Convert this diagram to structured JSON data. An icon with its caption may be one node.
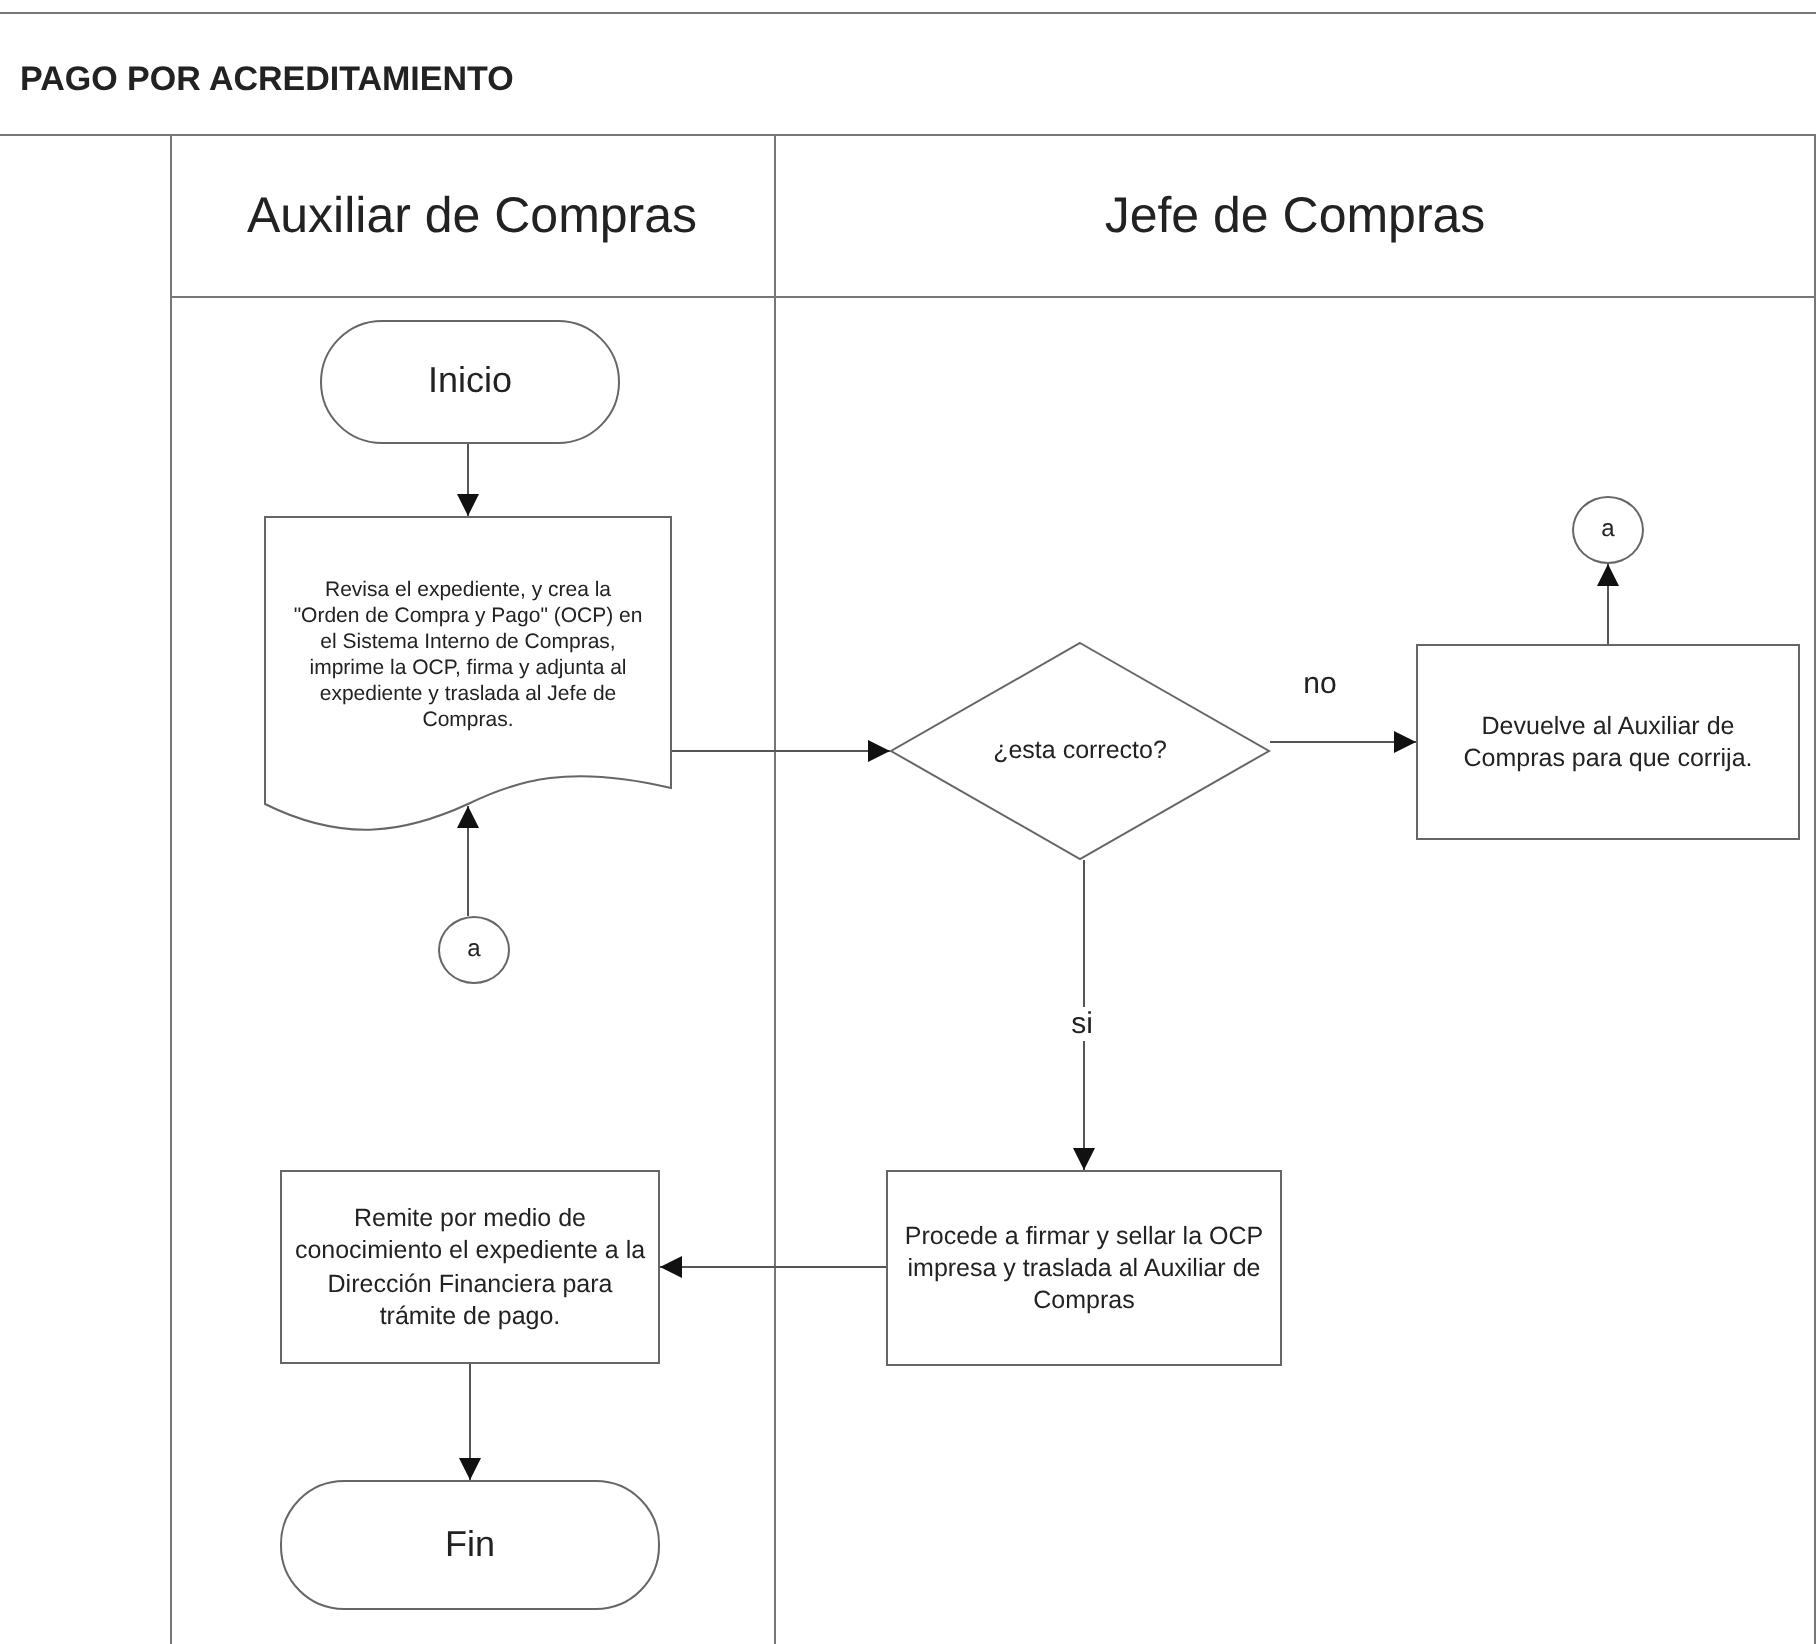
{
  "diagram": {
    "title": "PAGO POR ACREDITAMIENTO",
    "nodes": [
      {
        "text": [
          "Auxiliar de Compras"
        ]
      },
      {
        "text": [
          "Jefe de Compras"
        ]
      },
      {
        "text": [
          "Inicio"
        ],
        "in": 0
      },
      {
        "text": [
          "Revisa el expediente, y crea la \"Orden de Compra y Pago\" (OCP) en el Sistema Interno de Compras, imprime la OCP, firma y adjunta al expediente y traslada al Jefe de Compras."
        ],
        "in": 0
      },
      {
        "text": [
          "a"
        ],
        "in": 0
      },
      {
        "text": [
          "¿esta correcto?"
        ],
        "in": 1
      },
      {
        "text": [
          "Devuelve al Auxiliar de Compras para que corrija."
        ],
        "in": 1
      },
      {
        "text": [
          "a"
        ],
        "in": 1
      },
      {
        "text": [
          "Procede a firmar y sellar la OCP impresa y traslada al Auxiliar de Compras"
        ],
        "in": 1
      },
      {
        "text": [
          "Remite por medio de conocimiento el expediente a la Dirección Financiera para trámite de pago."
        ],
        "in": 0
      },
      {
        "text": [
          "Fin"
        ],
        "in": 0
      }
    ],
    "edges": [
      {
        "from": 2,
        "to": 3,
        "arrow": "to"
      },
      {
        "from": 4,
        "to": 3,
        "arrow": "to"
      },
      {
        "from": 3,
        "to": 5,
        "arrow": "to"
      },
      {
        "from": 5,
        "to": 6,
        "arrow": "to",
        "label": "no"
      },
      {
        "from": 6,
        "to": 7,
        "arrow": "to"
      },
      {
        "from": 5,
        "to": 8,
        "arrow": "to",
        "label": "si"
      },
      {
        "from": 8,
        "to": 9,
        "arrow": "to"
      },
      {
        "from": 9,
        "to": 10,
        "arrow": "to"
      }
    ]
  }
}
